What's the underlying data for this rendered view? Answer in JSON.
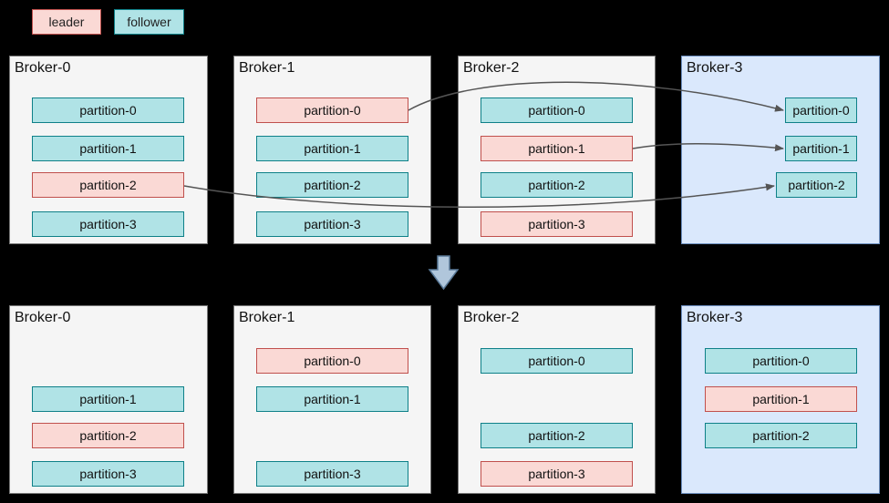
{
  "colors": {
    "leader_fill": "#fad9d5",
    "leader_border": "#c0504d",
    "follower_fill": "#b0e3e6",
    "follower_border": "#0e8088",
    "broker_fill": "#f5f5f5",
    "new_broker_fill": "#dae8fc",
    "arrow": "#555555",
    "down_arrow_fill": "#b0c6db"
  },
  "legend": {
    "leader": "leader",
    "follower": "follower"
  },
  "before": {
    "brokers": [
      {
        "name": "Broker-0",
        "new": false,
        "partitions": [
          {
            "label": "partition-0",
            "role": "follower"
          },
          {
            "label": "partition-1",
            "role": "follower"
          },
          {
            "label": "partition-2",
            "role": "leader"
          },
          {
            "label": "partition-3",
            "role": "follower"
          }
        ]
      },
      {
        "name": "Broker-1",
        "new": false,
        "partitions": [
          {
            "label": "partition-0",
            "role": "leader"
          },
          {
            "label": "partition-1",
            "role": "follower"
          },
          {
            "label": "partition-2",
            "role": "follower"
          },
          {
            "label": "partition-3",
            "role": "follower"
          }
        ]
      },
      {
        "name": "Broker-2",
        "new": false,
        "partitions": [
          {
            "label": "partition-0",
            "role": "follower"
          },
          {
            "label": "partition-1",
            "role": "leader"
          },
          {
            "label": "partition-2",
            "role": "follower"
          },
          {
            "label": "partition-3",
            "role": "leader"
          }
        ]
      },
      {
        "name": "Broker-3",
        "new": true,
        "partitions": [
          {
            "label": "partition-0",
            "role": "follower"
          },
          {
            "label": "partition-1",
            "role": "follower"
          },
          {
            "label": "partition-2",
            "role": "follower"
          }
        ]
      }
    ]
  },
  "after": {
    "brokers": [
      {
        "name": "Broker-0",
        "new": false,
        "partitions": [
          {
            "label": "partition-1",
            "role": "follower"
          },
          {
            "label": "partition-2",
            "role": "leader"
          },
          {
            "label": "partition-3",
            "role": "follower"
          }
        ]
      },
      {
        "name": "Broker-1",
        "new": false,
        "partitions": [
          {
            "label": "partition-0",
            "role": "leader"
          },
          {
            "label": "partition-1",
            "role": "follower"
          },
          {
            "label": "partition-3",
            "role": "follower"
          }
        ]
      },
      {
        "name": "Broker-2",
        "new": false,
        "partitions": [
          {
            "label": "partition-0",
            "role": "follower"
          },
          {
            "label": "partition-2",
            "role": "follower"
          },
          {
            "label": "partition-3",
            "role": "leader"
          }
        ]
      },
      {
        "name": "Broker-3",
        "new": true,
        "partitions": [
          {
            "label": "partition-0",
            "role": "follower"
          },
          {
            "label": "partition-1",
            "role": "leader"
          },
          {
            "label": "partition-2",
            "role": "follower"
          }
        ]
      }
    ]
  },
  "migrations": [
    {
      "from_broker": "Broker-1",
      "partition": "partition-0",
      "to_broker": "Broker-3"
    },
    {
      "from_broker": "Broker-2",
      "partition": "partition-1",
      "to_broker": "Broker-3"
    },
    {
      "from_broker": "Broker-0",
      "partition": "partition-2",
      "to_broker": "Broker-3"
    }
  ]
}
